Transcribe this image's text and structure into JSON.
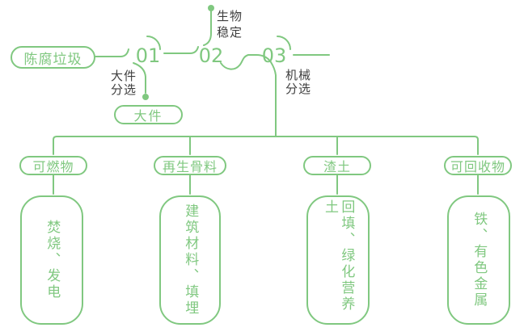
{
  "colors": {
    "accent_green": "#80c880",
    "label_dark": "#3f3f3f",
    "background": "#ffffff"
  },
  "diagram": {
    "source": {
      "label": "陈腐垃圾"
    },
    "steps": [
      {
        "number": "01",
        "process_lines": [
          "大件",
          "分选"
        ],
        "output": "大件"
      },
      {
        "number": "02",
        "process_lines": [
          "生物",
          "稳定"
        ]
      },
      {
        "number": "03",
        "process_lines": [
          "机械",
          "分选"
        ]
      }
    ],
    "branches": [
      {
        "category": "可燃物",
        "outcome": "焚烧、发电"
      },
      {
        "category": "再生骨料",
        "outcome": "建筑材料、填埋"
      },
      {
        "category": "渣土",
        "outcome": "回填、绿化营养土"
      },
      {
        "category": "可回收物",
        "outcome": "铁、有色金属"
      }
    ]
  }
}
